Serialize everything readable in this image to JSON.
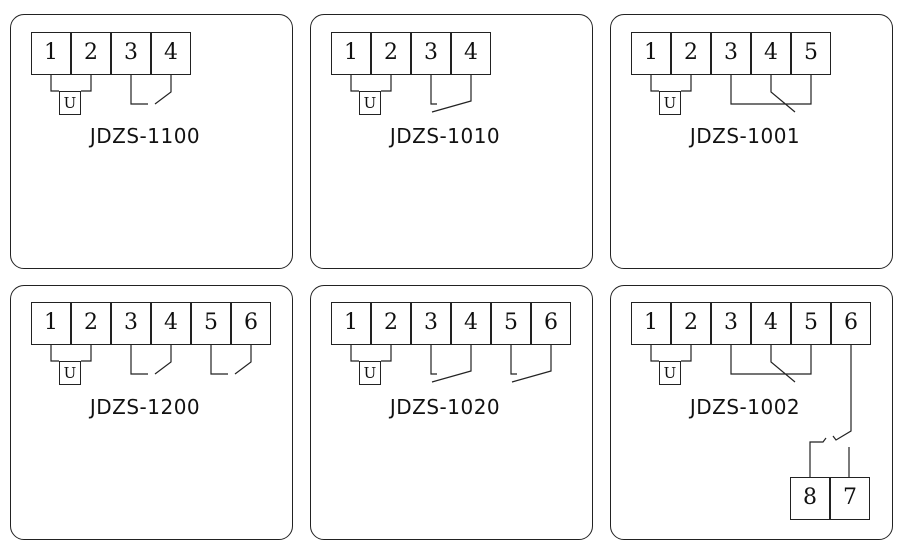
{
  "panels": [
    {
      "model": "JDZS-1100",
      "terminals": [
        "1",
        "2",
        "3",
        "4"
      ],
      "coil_label": "U"
    },
    {
      "model": "JDZS-1010",
      "terminals": [
        "1",
        "2",
        "3",
        "4"
      ],
      "coil_label": "U"
    },
    {
      "model": "JDZS-1001",
      "terminals": [
        "1",
        "2",
        "3",
        "4",
        "5"
      ],
      "coil_label": "U"
    },
    {
      "model": "JDZS-1200",
      "terminals": [
        "1",
        "2",
        "3",
        "4",
        "5",
        "6"
      ],
      "coil_label": "U"
    },
    {
      "model": "JDZS-1020",
      "terminals": [
        "1",
        "2",
        "3",
        "4",
        "5",
        "6"
      ],
      "coil_label": "U"
    },
    {
      "model": "JDZS-1002",
      "terminals": [
        "1",
        "2",
        "3",
        "4",
        "5",
        "6"
      ],
      "coil_label": "U",
      "extra_terminals": [
        "8",
        "7"
      ]
    }
  ]
}
